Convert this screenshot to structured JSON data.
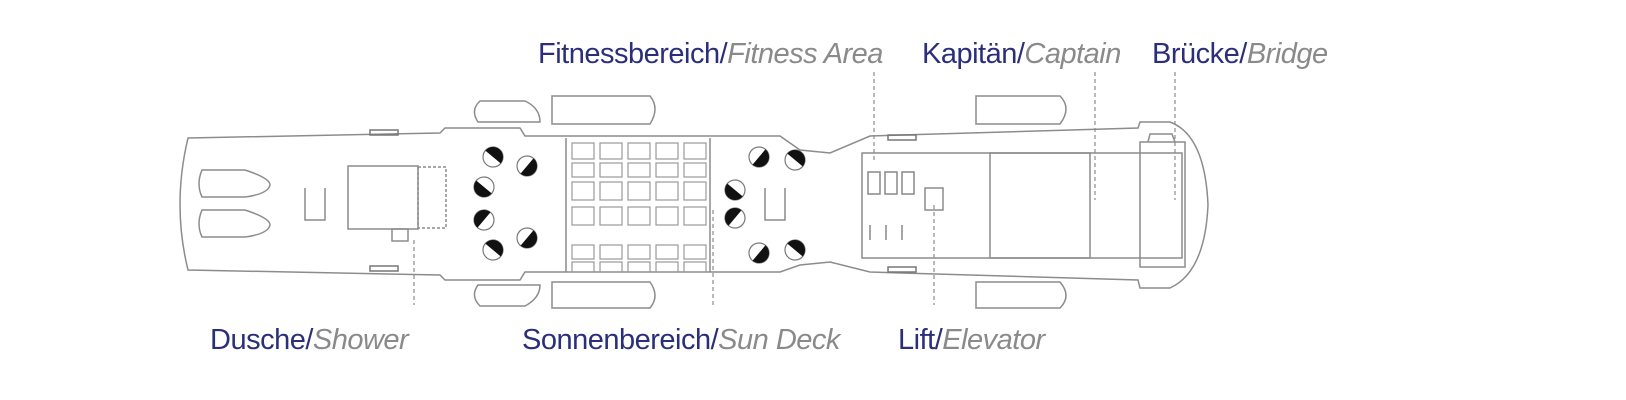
{
  "colors": {
    "german_text": "#2b2f7a",
    "english_text": "#8a8a8a",
    "deck_outline": "#8c8c8c",
    "furniture_fill": "#111111",
    "background": "#ffffff"
  },
  "labels": {
    "fitness": {
      "de": "Fitnessbereich",
      "sep": "/",
      "en": "Fitness Area"
    },
    "captain": {
      "de": "Kapitän",
      "sep": "/",
      "en": "Captain"
    },
    "bridge": {
      "de": "Brücke",
      "sep": "/",
      "en": "Bridge"
    },
    "shower": {
      "de": "Dusche",
      "sep": "/",
      "en": "Shower"
    },
    "sun_deck": {
      "de": "Sonnenbereich",
      "sep": "/",
      "en": "Sun Deck"
    },
    "elevator": {
      "de": "Lift",
      "sep": "/",
      "en": "Elevator"
    }
  }
}
